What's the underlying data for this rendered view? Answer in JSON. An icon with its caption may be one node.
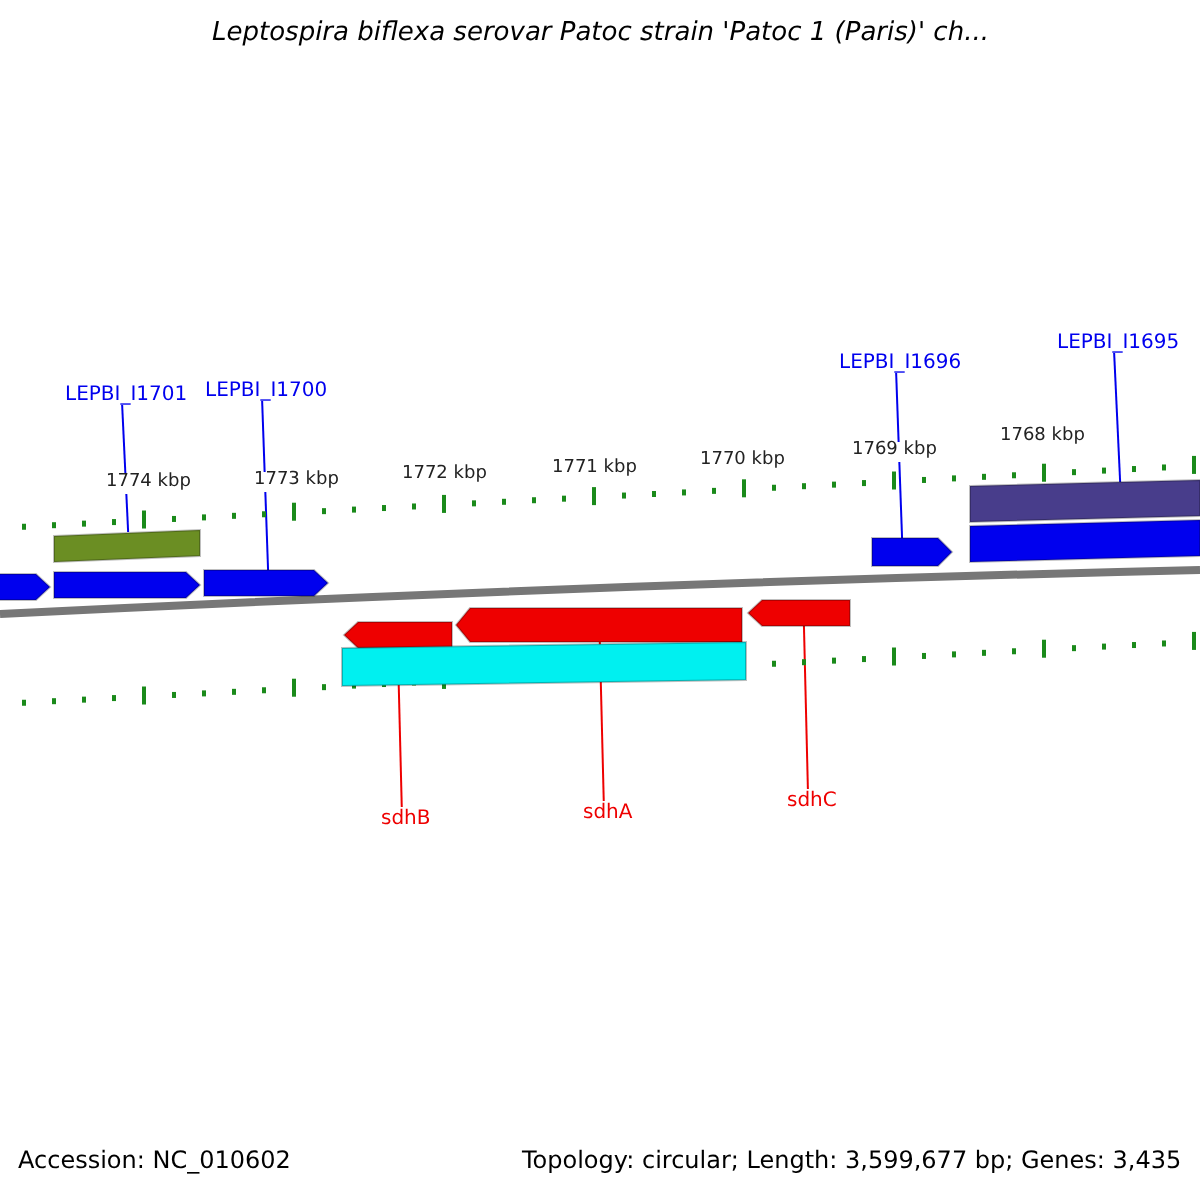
{
  "diagram": {
    "title": "Leptospira biflexa serovar Patoc strain 'Patoc 1 (Paris)' ch...",
    "nodes": [
      {
        "text": [
          "LEPBI_I1701"
        ]
      },
      {
        "text": [],
        "shape": "bar"
      },
      {
        "text": [
          "LEPBI_I1700"
        ]
      },
      {
        "text": [],
        "shape": "arrow"
      },
      {
        "text": [
          "LEPBI_I1696"
        ]
      },
      {
        "text": [],
        "shape": "arrow"
      },
      {
        "text": [
          "LEPBI_I1695"
        ]
      },
      {
        "text": [],
        "shape": "bar"
      },
      {
        "text": [
          "sdhB"
        ]
      },
      {
        "text": [],
        "shape": "arrow"
      },
      {
        "text": [
          "sdhA"
        ]
      },
      {
        "text": [],
        "shape": "arrow"
      },
      {
        "text": [
          "sdhC"
        ]
      },
      {
        "text": [],
        "shape": "arrow"
      },
      {
        "text": [],
        "shape": "arrow"
      },
      {
        "text": [],
        "shape": "arrow"
      },
      {
        "text": [],
        "shape": "bar"
      },
      {
        "text": [],
        "shape": "bar"
      }
    ],
    "edges": [
      {
        "from": 0,
        "to": 1,
        "arrow": "none"
      },
      {
        "from": 2,
        "to": 3,
        "arrow": "none"
      },
      {
        "from": 4,
        "to": 5,
        "arrow": "none"
      },
      {
        "from": 6,
        "to": 7,
        "arrow": "none"
      },
      {
        "from": 8,
        "to": 9,
        "arrow": "none",
        "color": "#ee0000"
      },
      {
        "from": 10,
        "to": 11,
        "arrow": "none",
        "color": "#ee0000"
      },
      {
        "from": 12,
        "to": 13,
        "arrow": "none",
        "color": "#ee0000"
      }
    ],
    "labels": [
      "1774 kbp",
      "1773 kbp",
      "1772 kbp",
      "1771 kbp",
      "1770 kbp",
      "1769 kbp",
      "1768 kbp",
      "Accession: NC_010602",
      "Topology: circular; Length: 3,599,677 bp; Genes: 3,435"
    ]
  }
}
